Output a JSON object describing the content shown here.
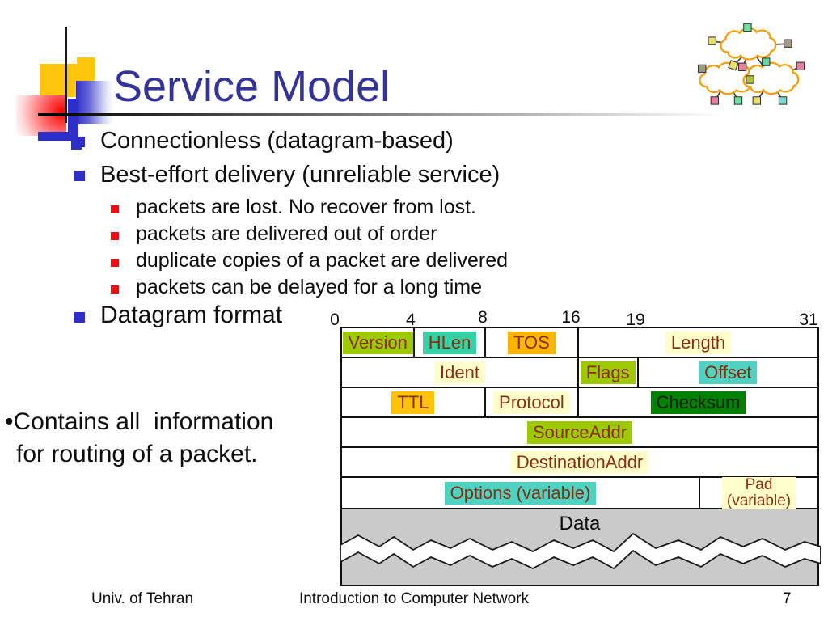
{
  "slide": {
    "title": "Service Model",
    "l1": [
      "Connectionless (datagram-based)",
      "Best-effort delivery (unreliable service)",
      "Datagram format"
    ],
    "l2": [
      "packets are lost. No recover from lost.",
      "packets are delivered out of order",
      "duplicate copies of a packet are delivered",
      "packets can be delayed for a long time"
    ],
    "note": {
      "bullet": "•",
      "line1": "Contains all  information",
      "line2": "for routing of a packet."
    },
    "footer": {
      "left": "Univ. of Tehran",
      "center": "Introduction to Computer Network",
      "page": "7"
    }
  },
  "datagram": {
    "bit_labels": [
      "0",
      "4",
      "8",
      "16",
      "19",
      "31"
    ],
    "fields": {
      "version": {
        "label": "Version",
        "bg": "#9DC900"
      },
      "hlen": {
        "label": "HLen",
        "bg": "#35D1A4"
      },
      "tos": {
        "label": "TOS",
        "bg": "#FFB400"
      },
      "length": {
        "label": "Length",
        "bg": "#FFFFCC"
      },
      "ident": {
        "label": "Ident",
        "bg": "#FFFFCC"
      },
      "flags": {
        "label": "Flags",
        "bg": "#9DC900"
      },
      "offset": {
        "label": "Offset",
        "bg": "#4FD2C2"
      },
      "ttl": {
        "label": "TTL",
        "bg": "#FFC30B"
      },
      "protocol": {
        "label": "Protocol",
        "bg": "#FFFFCC"
      },
      "checksum": {
        "label": "Checksum",
        "bg": "#008000"
      },
      "source": {
        "label": "SourceAddr",
        "bg": "#9DC900"
      },
      "dest": {
        "label": "DestinationAddr",
        "bg": "#FFFFCC"
      },
      "options": {
        "label": "Options (variable)",
        "bg": "#4FD2C2"
      },
      "pad": {
        "line1": "Pad",
        "line2": "(variable)",
        "bg": "#FFFFCC"
      },
      "data": {
        "label": "Data"
      }
    }
  },
  "colors": {
    "title_blue": "#333399",
    "bullet_l1_blue": "#2E2EC8",
    "bullet_l2_red": "#E51212",
    "field_text_maroon": "#8B2E0E",
    "checksum_green": "#008000",
    "data_gray": "#CACACA",
    "cloud_orange": "#F59E0B",
    "accent_yellow": "#FFC60B"
  }
}
